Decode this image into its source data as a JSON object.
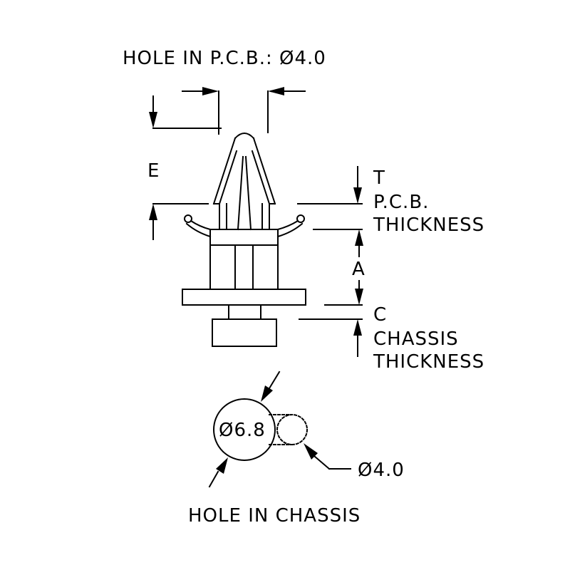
{
  "labels": {
    "pcb_hole": "HOLE IN P.C.B.: Ø4.0",
    "e": "E",
    "t": "T",
    "pcb_line1": "P.C.B.",
    "pcb_line2": "THICKNESS",
    "a": "A",
    "c": "C",
    "chassis_line1": "CHASSIS",
    "chassis_line2": "THICKNESS",
    "big_dia": "Ø6.8",
    "small_dia": "Ø4.0",
    "chassis_hole": "HOLE IN CHASSIS"
  },
  "colors": {
    "line": "#000000",
    "background": "#ffffff"
  }
}
